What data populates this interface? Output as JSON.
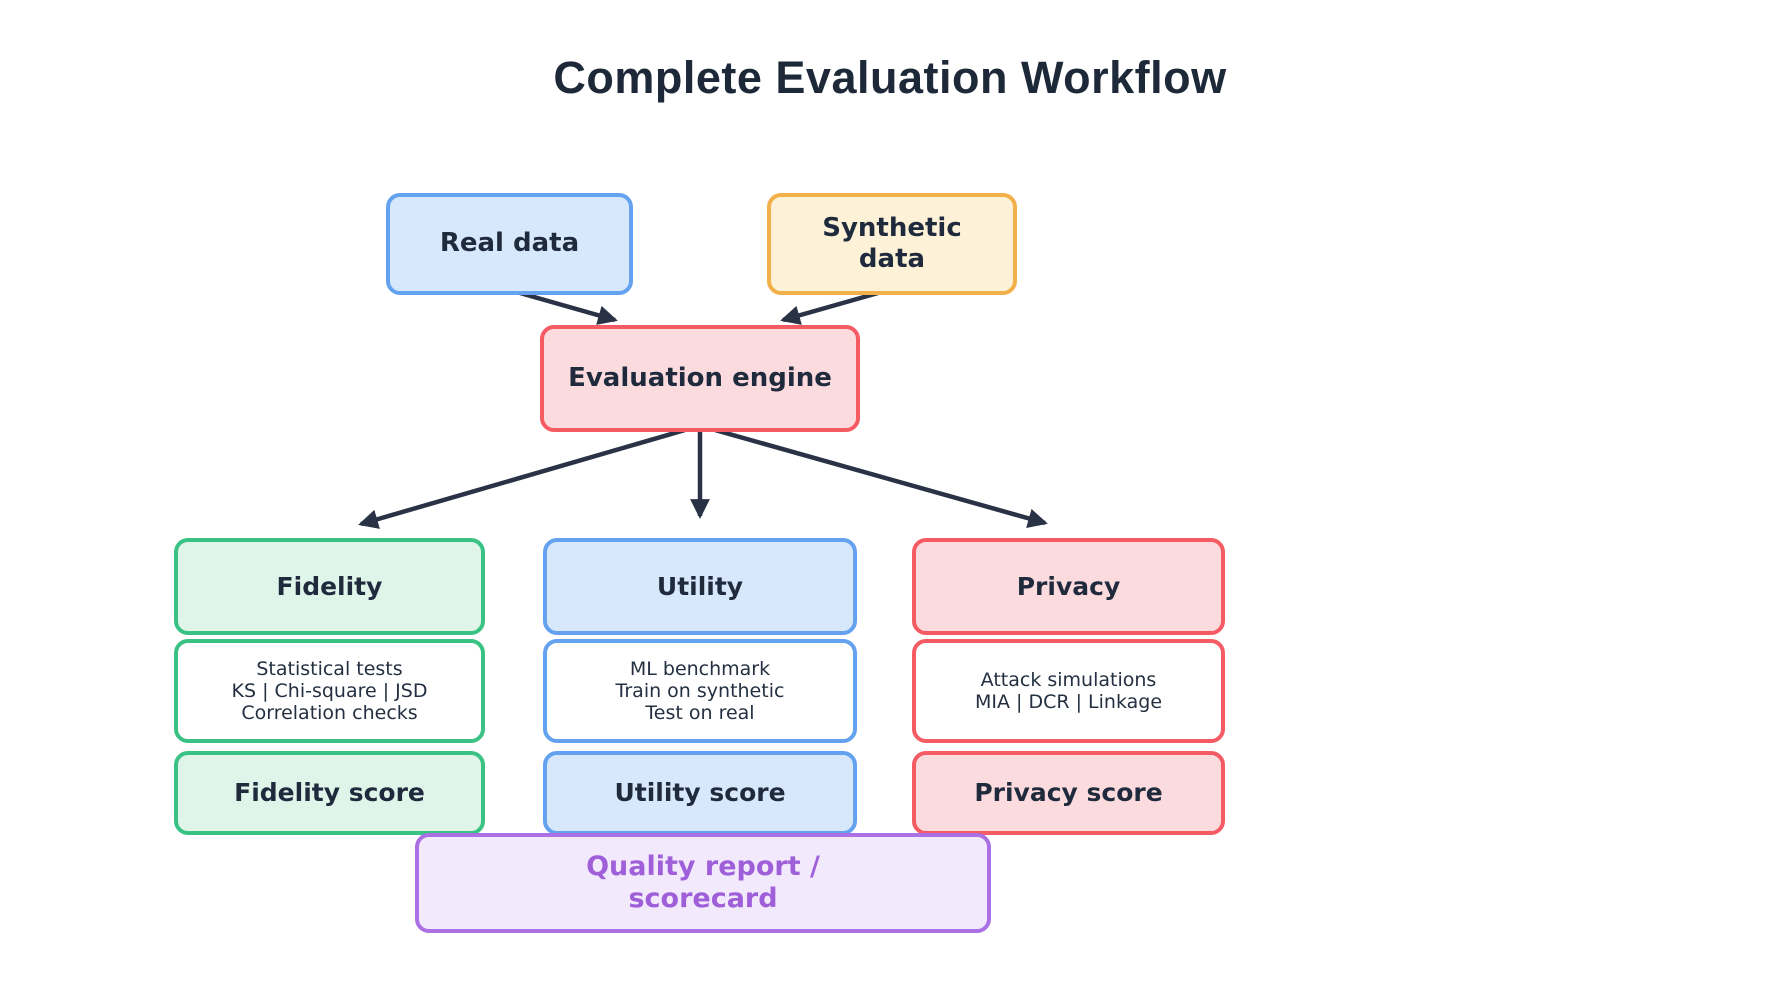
{
  "title": "Complete Evaluation Workflow",
  "inputs": {
    "real": {
      "label": "Real data"
    },
    "synthetic": {
      "line1": "Synthetic",
      "line2": "data"
    }
  },
  "engine": {
    "label": "Evaluation engine"
  },
  "columns": [
    {
      "name": "Fidelity",
      "details": [
        "Statistical tests",
        "KS | Chi-square | JSD",
        "Correlation checks"
      ],
      "score": "Fidelity score"
    },
    {
      "name": "Utility",
      "details": [
        "ML benchmark",
        "Train on synthetic",
        "Test on real"
      ],
      "score": "Utility score"
    },
    {
      "name": "Privacy",
      "details": [
        "Attack simulations",
        "MIA | DCR | Linkage"
      ],
      "score": "Privacy score"
    }
  ],
  "output": {
    "line1": "Quality report /",
    "line2": "scorecard"
  },
  "palette": {
    "text_dark": "#1f2a3d",
    "arrow": "#293345",
    "blue_border": "#64a2ef",
    "blue_fill": "#d8e8fc",
    "yellow_border": "#f2b04a",
    "yellow_fill": "#fdf1d7",
    "red_border": "#f45b63",
    "red_fill": "#fcdbde",
    "green_border": "#3ac284",
    "green_fill": "#e0f5ea",
    "purple_border": "#aa70e4",
    "purple_fill": "#f3e9fd",
    "purple_text": "#9e5fd9"
  }
}
